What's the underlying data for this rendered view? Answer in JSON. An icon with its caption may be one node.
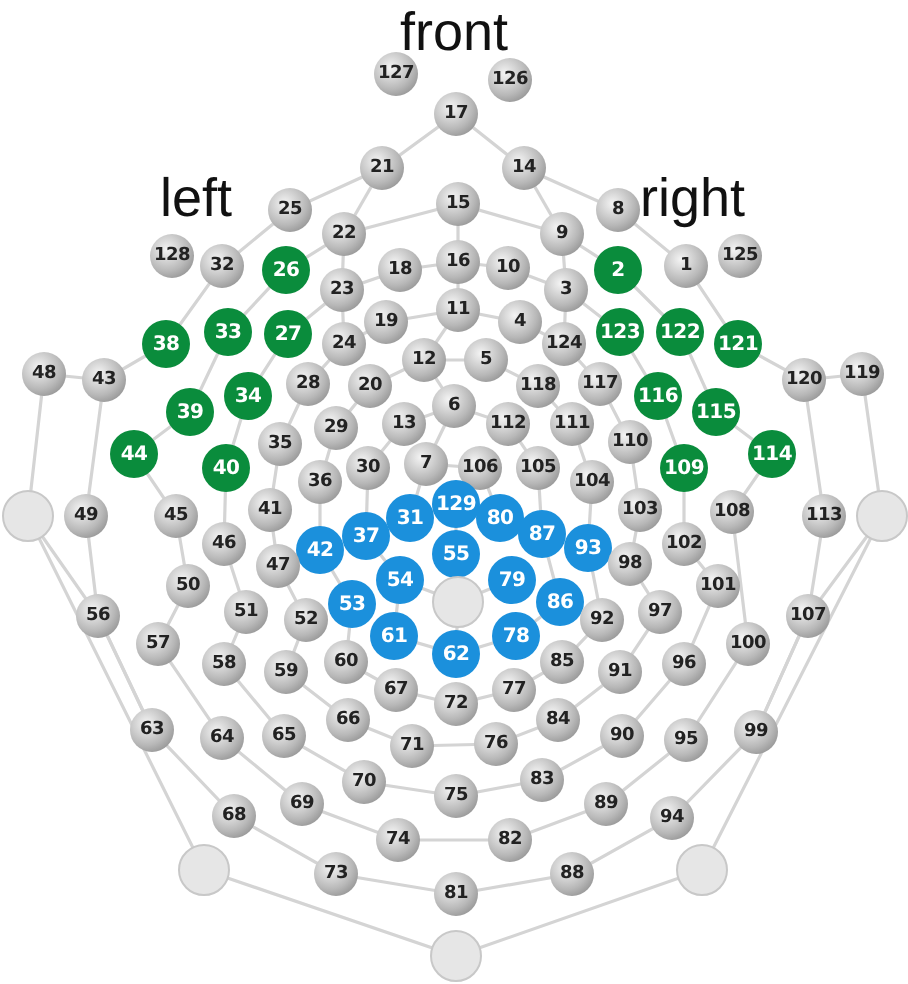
{
  "diagram": {
    "nodes": [
      {
        "text": [
          "1"
        ]
      },
      {
        "text": [
          "2"
        ]
      },
      {
        "text": [
          "3"
        ]
      },
      {
        "text": [
          "4"
        ]
      },
      {
        "text": [
          "5"
        ]
      },
      {
        "text": [
          "6"
        ]
      },
      {
        "text": [
          "7"
        ]
      },
      {
        "text": [
          "8"
        ]
      },
      {
        "text": [
          "9"
        ]
      },
      {
        "text": [
          "10"
        ]
      },
      {
        "text": [
          "11"
        ]
      },
      {
        "text": [
          "12"
        ]
      },
      {
        "text": [
          "13"
        ]
      },
      {
        "text": [
          "14"
        ]
      },
      {
        "text": [
          "15"
        ]
      },
      {
        "text": [
          "16"
        ]
      },
      {
        "text": [
          "17"
        ]
      },
      {
        "text": [
          "18"
        ]
      },
      {
        "text": [
          "19"
        ]
      },
      {
        "text": [
          "20"
        ]
      },
      {
        "text": [
          "21"
        ]
      },
      {
        "text": [
          "22"
        ]
      },
      {
        "text": [
          "23"
        ]
      },
      {
        "text": [
          "24"
        ]
      },
      {
        "text": [
          "25"
        ]
      },
      {
        "text": [
          "26"
        ]
      },
      {
        "text": [
          "27"
        ]
      },
      {
        "text": [
          "28"
        ]
      },
      {
        "text": [
          "29"
        ]
      },
      {
        "text": [
          "30"
        ]
      },
      {
        "text": [
          "31"
        ]
      },
      {
        "text": [
          "32"
        ]
      },
      {
        "text": [
          "33"
        ]
      },
      {
        "text": [
          "34"
        ]
      },
      {
        "text": [
          "35"
        ]
      },
      {
        "text": [
          "36"
        ]
      },
      {
        "text": [
          "37"
        ]
      },
      {
        "text": [
          "38"
        ]
      },
      {
        "text": [
          "39"
        ]
      },
      {
        "text": [
          "40"
        ]
      },
      {
        "text": [
          "41"
        ]
      },
      {
        "text": [
          "42"
        ]
      },
      {
        "text": [
          "43"
        ]
      },
      {
        "text": [
          "44"
        ]
      },
      {
        "text": [
          "45"
        ]
      },
      {
        "text": [
          "46"
        ]
      },
      {
        "text": [
          "47"
        ]
      },
      {
        "text": [
          "48"
        ]
      },
      {
        "text": [
          "49"
        ]
      },
      {
        "text": [
          "50"
        ]
      },
      {
        "text": [
          "51"
        ]
      },
      {
        "text": [
          "52"
        ]
      },
      {
        "text": [
          "53"
        ]
      },
      {
        "text": [
          "54"
        ]
      },
      {
        "text": [
          "55"
        ]
      },
      {
        "text": [
          "56"
        ]
      },
      {
        "text": [
          "57"
        ]
      },
      {
        "text": [
          "58"
        ]
      },
      {
        "text": [
          "59"
        ]
      },
      {
        "text": [
          "60"
        ]
      },
      {
        "text": [
          "61"
        ]
      },
      {
        "text": [
          "62"
        ]
      },
      {
        "text": [
          "63"
        ]
      },
      {
        "text": [
          "64"
        ]
      },
      {
        "text": [
          "65"
        ]
      },
      {
        "text": [
          "66"
        ]
      },
      {
        "text": [
          "67"
        ]
      },
      {
        "text": [
          "68"
        ]
      },
      {
        "text": [
          "69"
        ]
      },
      {
        "text": [
          "70"
        ]
      },
      {
        "text": [
          "71"
        ]
      },
      {
        "text": [
          "72"
        ]
      },
      {
        "text": [
          "73"
        ]
      },
      {
        "text": [
          "74"
        ]
      },
      {
        "text": [
          "75"
        ]
      },
      {
        "text": [
          "76"
        ]
      },
      {
        "text": [
          "77"
        ]
      },
      {
        "text": [
          "78"
        ]
      },
      {
        "text": [
          "79"
        ]
      },
      {
        "text": [
          "80"
        ]
      },
      {
        "text": [
          "81"
        ]
      },
      {
        "text": [
          "82"
        ]
      },
      {
        "text": [
          "83"
        ]
      },
      {
        "text": [
          "84"
        ]
      },
      {
        "text": [
          "85"
        ]
      },
      {
        "text": [
          "86"
        ]
      },
      {
        "text": [
          "87"
        ]
      },
      {
        "text": [
          "88"
        ]
      },
      {
        "text": [
          "89"
        ]
      },
      {
        "text": [
          "90"
        ]
      },
      {
        "text": [
          "91"
        ]
      },
      {
        "text": [
          "92"
        ]
      },
      {
        "text": [
          "93"
        ]
      },
      {
        "text": [
          "94"
        ]
      },
      {
        "text": [
          "95"
        ]
      },
      {
        "text": [
          "96"
        ]
      },
      {
        "text": [
          "97"
        ]
      },
      {
        "text": [
          "98"
        ]
      },
      {
        "text": [
          "99"
        ]
      },
      {
        "text": [
          "100"
        ]
      },
      {
        "text": [
          "101"
        ]
      },
      {
        "text": [
          "102"
        ]
      },
      {
        "text": [
          "103"
        ]
      },
      {
        "text": [
          "104"
        ]
      },
      {
        "text": [
          "105"
        ]
      },
      {
        "text": [
          "106"
        ]
      },
      {
        "text": [
          "107"
        ]
      },
      {
        "text": [
          "108"
        ]
      },
      {
        "text": [
          "109"
        ]
      },
      {
        "text": [
          "110"
        ]
      },
      {
        "text": [
          "111"
        ]
      },
      {
        "text": [
          "112"
        ]
      },
      {
        "text": [
          "113"
        ]
      },
      {
        "text": [
          "114"
        ]
      },
      {
        "text": [
          "115"
        ]
      },
      {
        "text": [
          "116"
        ]
      },
      {
        "text": [
          "117"
        ]
      },
      {
        "text": [
          "118"
        ]
      },
      {
        "text": [
          "119"
        ]
      },
      {
        "text": [
          "120"
        ]
      },
      {
        "text": [
          "121"
        ]
      },
      {
        "text": [
          "122"
        ]
      },
      {
        "text": [
          "123"
        ]
      },
      {
        "text": [
          "124"
        ]
      },
      {
        "text": [
          "125"
        ]
      },
      {
        "text": [
          "126"
        ]
      },
      {
        "text": [
          "127"
        ]
      },
      {
        "text": [
          "128"
        ]
      },
      {
        "text": [
          "129"
        ]
      },
      {
        "text": [],
        "shape": "circle"
      },
      {
        "text": [],
        "shape": "circle"
      },
      {
        "text": [],
        "shape": "circle"
      },
      {
        "text": [],
        "shape": "circle"
      },
      {
        "text": [],
        "shape": "circle"
      },
      {
        "text": [],
        "shape": "circle"
      }
    ],
    "labels": [
      "front",
      "left",
      "right"
    ]
  }
}
